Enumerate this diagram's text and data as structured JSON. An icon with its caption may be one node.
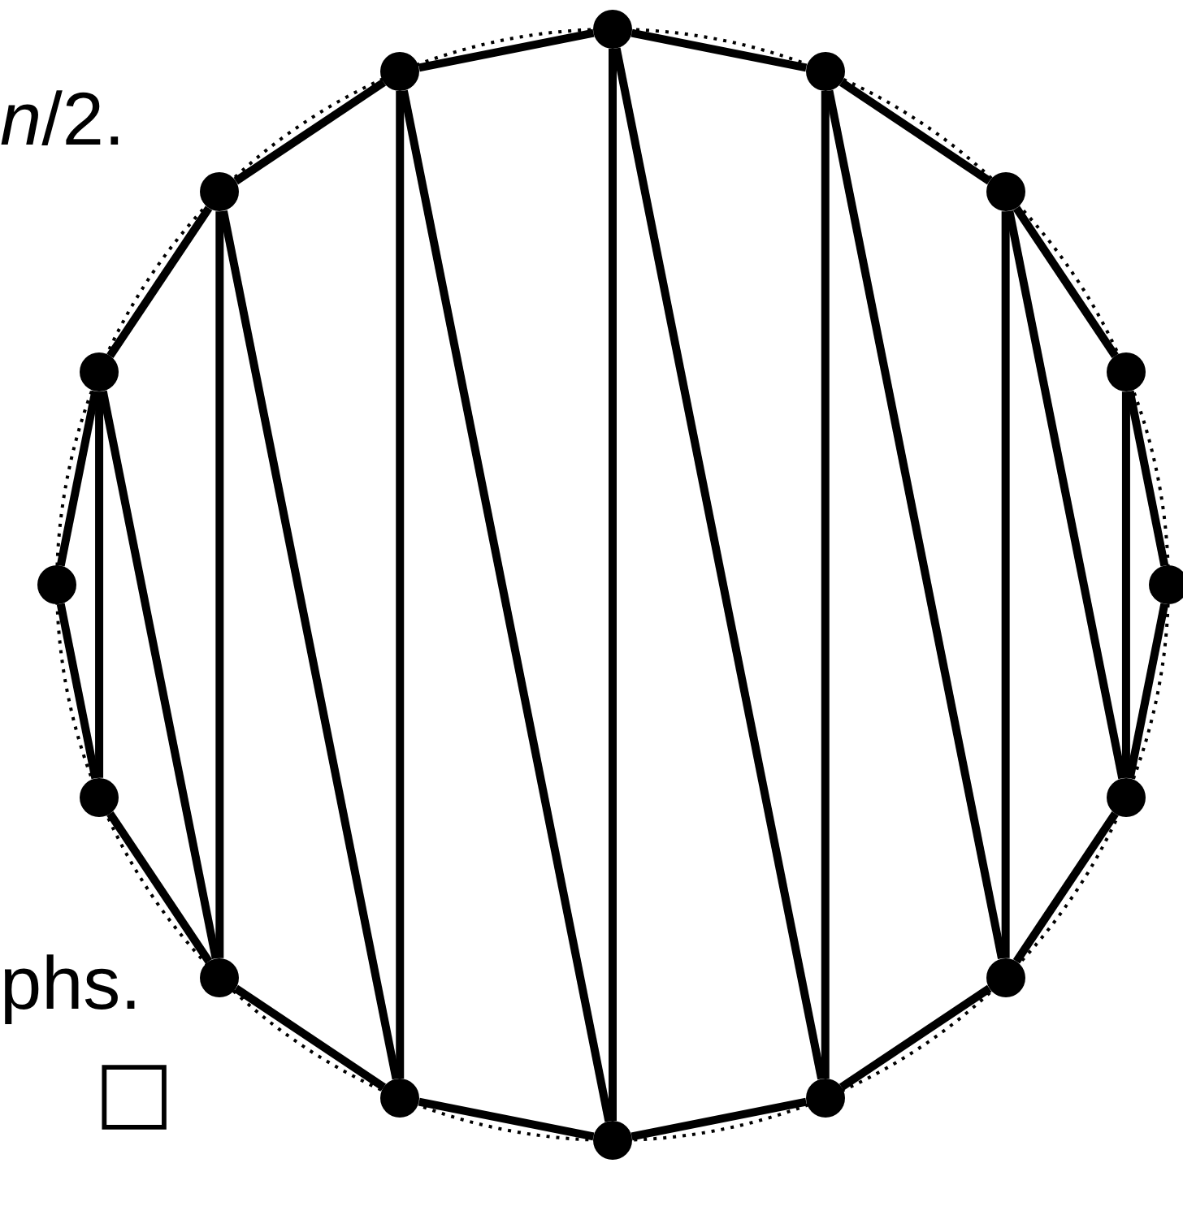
{
  "diagram": {
    "nodes": [
      {
        "text": [],
        "shape": "circle"
      },
      {
        "text": [],
        "shape": "circle"
      },
      {
        "text": [],
        "shape": "circle"
      },
      {
        "text": [],
        "shape": "circle"
      },
      {
        "text": [],
        "shape": "circle"
      },
      {
        "text": [],
        "shape": "circle"
      },
      {
        "text": [],
        "shape": "circle"
      },
      {
        "text": [],
        "shape": "circle"
      },
      {
        "text": [],
        "shape": "circle"
      },
      {
        "text": [],
        "shape": "circle"
      },
      {
        "text": [],
        "shape": "circle"
      },
      {
        "text": [],
        "shape": "circle"
      },
      {
        "text": [],
        "shape": "circle"
      },
      {
        "text": [],
        "shape": "circle"
      },
      {
        "text": [],
        "shape": "circle"
      },
      {
        "text": [],
        "shape": "circle"
      }
    ],
    "edges": [
      {
        "from": 0,
        "to": 1,
        "arrow": "none"
      },
      {
        "from": 1,
        "to": 2,
        "arrow": "none"
      },
      {
        "from": 2,
        "to": 3,
        "arrow": "none"
      },
      {
        "from": 3,
        "to": 4,
        "arrow": "none"
      },
      {
        "from": 4,
        "to": 5,
        "arrow": "none"
      },
      {
        "from": 5,
        "to": 6,
        "arrow": "none"
      },
      {
        "from": 6,
        "to": 7,
        "arrow": "none"
      },
      {
        "from": 7,
        "to": 8,
        "arrow": "none"
      },
      {
        "from": 8,
        "to": 9,
        "arrow": "none"
      },
      {
        "from": 9,
        "to": 10,
        "arrow": "none"
      },
      {
        "from": 10,
        "to": 11,
        "arrow": "none"
      },
      {
        "from": 11,
        "to": 12,
        "arrow": "none"
      },
      {
        "from": 12,
        "to": 13,
        "arrow": "none"
      },
      {
        "from": 13,
        "to": 14,
        "arrow": "none"
      },
      {
        "from": 14,
        "to": 15,
        "arrow": "none"
      },
      {
        "from": 15,
        "to": 0,
        "arrow": "none"
      },
      {
        "from": 13,
        "to": 11,
        "arrow": "none"
      },
      {
        "from": 13,
        "to": 10,
        "arrow": "none"
      },
      {
        "from": 14,
        "to": 10,
        "arrow": "none"
      },
      {
        "from": 14,
        "to": 9,
        "arrow": "none"
      },
      {
        "from": 15,
        "to": 9,
        "arrow": "none"
      },
      {
        "from": 15,
        "to": 8,
        "arrow": "none"
      },
      {
        "from": 0,
        "to": 8,
        "arrow": "none"
      },
      {
        "from": 0,
        "to": 7,
        "arrow": "none"
      },
      {
        "from": 1,
        "to": 7,
        "arrow": "none"
      },
      {
        "from": 1,
        "to": 6,
        "arrow": "none"
      },
      {
        "from": 2,
        "to": 6,
        "arrow": "none"
      },
      {
        "from": 2,
        "to": 5,
        "arrow": "none"
      },
      {
        "from": 3,
        "to": 5,
        "arrow": "none"
      }
    ],
    "labels": [
      "*n*/2.",
      "phs.",
      "□"
    ]
  }
}
